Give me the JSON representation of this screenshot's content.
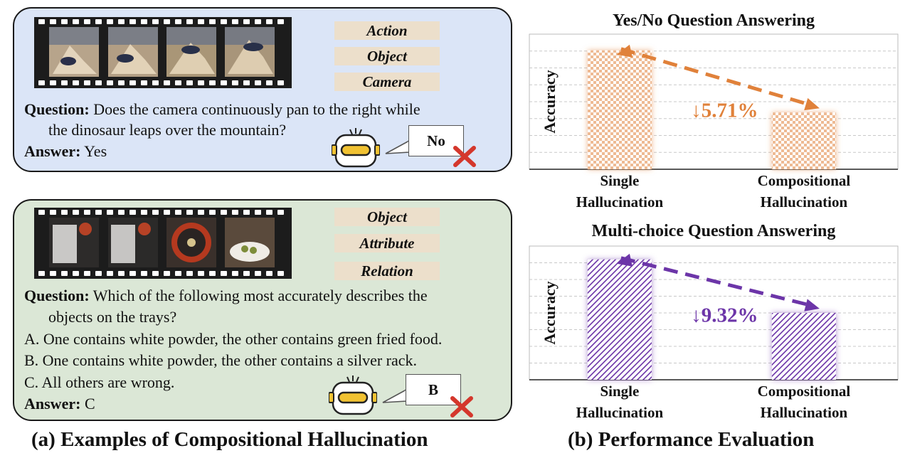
{
  "examples": [
    {
      "tags": [
        "Action",
        "Object",
        "Camera"
      ],
      "question_label": "Question:",
      "question_lines": [
        "Does the camera continuously pan to the right while",
        "the dinosaur leaps over the mountain?"
      ],
      "options": [],
      "answer_label": "Answer:",
      "answer": "Yes",
      "model_response": "No"
    },
    {
      "tags": [
        "Object",
        "Attribute",
        "Relation"
      ],
      "question_label": "Question:",
      "question_lines": [
        "Which of the following most accurately describes the",
        "objects on the trays?"
      ],
      "options": [
        "A. One contains white powder, the other contains green fried food.",
        "B. One contains white powder, the other contains a silver rack.",
        "C. All others are wrong."
      ],
      "answer_label": "Answer:",
      "answer": "C",
      "model_response": "B"
    }
  ],
  "captions": {
    "left": "(a) Examples of Compositional Hallucination",
    "right": "(b) Performance Evaluation"
  },
  "chart_data": [
    {
      "type": "bar",
      "title": "Yes/No  Question Answering",
      "ylabel": "Accuracy",
      "categories": [
        "Single Hallucination",
        "Compositional Hallucination"
      ],
      "category_lines": [
        [
          "Single",
          "Hallucination"
        ],
        [
          "Compositional",
          "Hallucination"
        ]
      ],
      "values": [
        0.88,
        0.42
      ],
      "annotation": "↓5.71%",
      "color": "#e0813a",
      "pattern": "checker",
      "grid": true
    },
    {
      "type": "bar",
      "title": "Multi-choice Question Answering",
      "ylabel": "Accuracy",
      "categories": [
        "Single Hallucination",
        "Compositional Hallucination"
      ],
      "category_lines": [
        [
          "Single",
          "Hallucination"
        ],
        [
          "Compositional",
          "Hallucination"
        ]
      ],
      "values": [
        0.9,
        0.5
      ],
      "annotation": "↓9.32%",
      "color": "#6c35a8",
      "pattern": "diagonal",
      "grid": true
    }
  ]
}
